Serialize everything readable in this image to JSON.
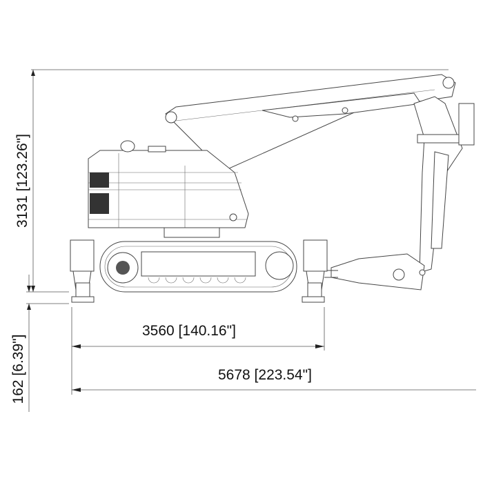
{
  "drawing": {
    "dimensions": {
      "overall_height": "3131 [123.26\"]",
      "ground_clearance": "162 [6.39\"]",
      "outrigger_span": "3560 [140.16\"]",
      "overall_length": "5678 [223.54\"]"
    }
  }
}
